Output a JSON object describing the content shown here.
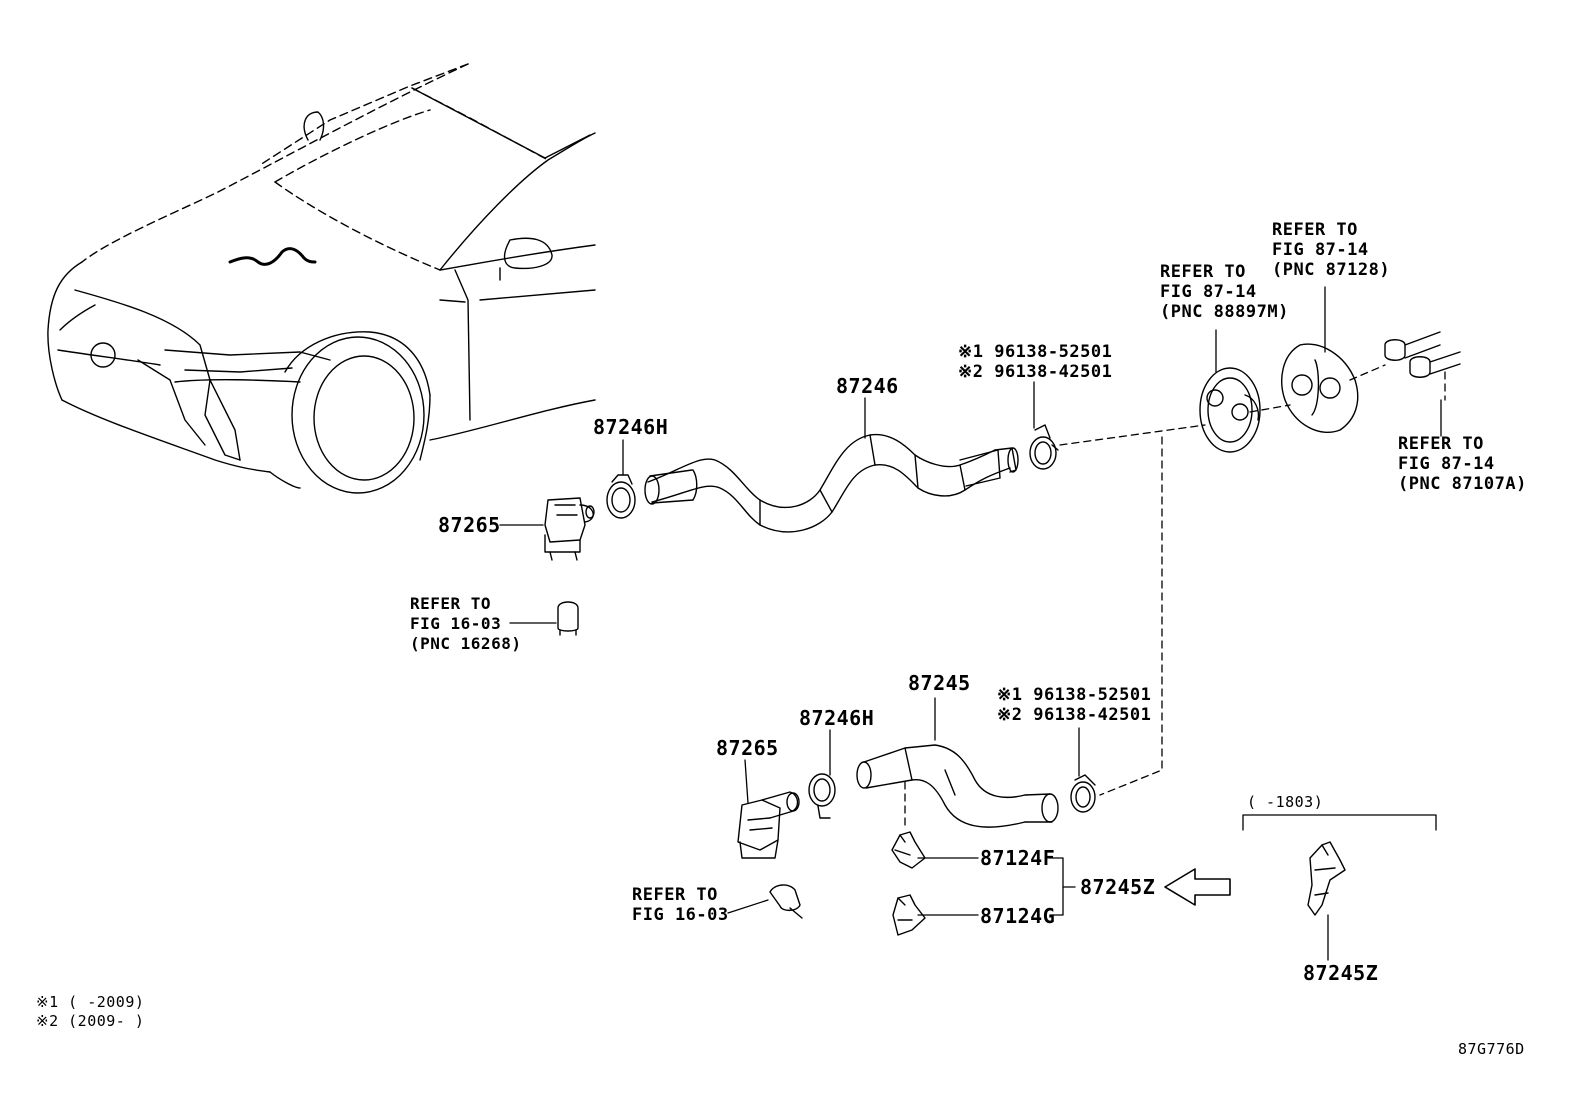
{
  "diagram": {
    "figure_code": "87G776D",
    "upper_assembly": {
      "hose": "87246",
      "clip": "87246H",
      "motor": "87265",
      "clamp_notes": [
        "※1 96138-52501",
        "※2 96138-42501"
      ],
      "refer_pnc_16268": [
        "REFER TO",
        "FIG 16-03",
        "(PNC 16268)"
      ],
      "refer_pnc_88897m": [
        "REFER TO",
        "FIG 87-14",
        "(PNC 88897M)"
      ],
      "refer_pnc_87128": [
        "REFER TO",
        "FIG 87-14",
        "(PNC 87128)"
      ],
      "refer_pnc_87107a": [
        "REFER TO",
        "FIG 87-14",
        "(PNC 87107A)"
      ]
    },
    "lower_assembly": {
      "hose": "87245",
      "clip": "87246H",
      "motor": "87265",
      "clamp_notes": [
        "※1 96138-52501",
        "※2 96138-42501"
      ],
      "refer_fig_16_03": [
        "REFER TO",
        "FIG 16-03"
      ],
      "clamp_f": "87124F",
      "clamp_g": "87124G",
      "clamp_set": "87245Z"
    },
    "inset": {
      "date_range": "(      -1803)",
      "part": "87245Z"
    },
    "footnotes": [
      "※1 (      -2009)",
      "※2 (2009-      )"
    ]
  }
}
